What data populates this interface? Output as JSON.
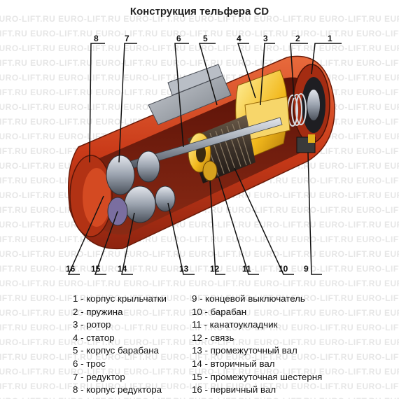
{
  "title": "Конструкция тельфера CD",
  "watermark": "EURO-LIFT.RU",
  "colors": {
    "body_red": "#cf3f1c",
    "inner_red": "#7a1c0e",
    "yellow": "#f4c020",
    "steel": "#9da4b0",
    "dark": "#2b2b2b"
  },
  "callouts": [
    "1",
    "2",
    "3",
    "4",
    "5",
    "6",
    "7",
    "8",
    "9",
    "10",
    "11",
    "12",
    "13",
    "14",
    "15",
    "16"
  ],
  "legend_left": [
    "1 - корпус крыльчатки",
    "2 - пружина",
    "3 - ротор",
    "4 - статор",
    "5 - корпус барабана",
    "6 - трос",
    "7 - редуктор",
    "8 - корпус редуктора"
  ],
  "legend_right": [
    "9 - концевой выключатель",
    "10 - барабан",
    "11 - канатоукладчик",
    "12 - связь",
    "13 - промежуточный вал",
    "14 - вторичный вал",
    "15 - промежуточная шестерня",
    "16 - первичный вал"
  ]
}
